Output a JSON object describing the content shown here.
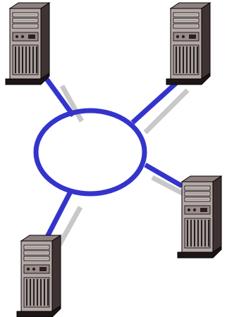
{
  "diagram": {
    "type": "ring-network",
    "colors": {
      "ring": "#3434cc",
      "link": "#3434cc",
      "link_shadow": "#c8c8c8",
      "tower_front": "#b0a4a2",
      "tower_side": "#4a3c3a",
      "tower_dark": "#2a2020",
      "tower_outline": "#000000"
    },
    "nodes": [
      {
        "id": "server-top-left",
        "icon": "server-tower-icon"
      },
      {
        "id": "server-top-right",
        "icon": "server-tower-icon"
      },
      {
        "id": "server-right",
        "icon": "server-tower-icon"
      },
      {
        "id": "server-bottom-left",
        "icon": "server-tower-icon"
      }
    ],
    "ring": {
      "id": "network-ring",
      "shape": "ellipse"
    },
    "links": [
      {
        "from": "server-top-left",
        "to": "network-ring"
      },
      {
        "from": "server-top-right",
        "to": "network-ring"
      },
      {
        "from": "server-right",
        "to": "network-ring"
      },
      {
        "from": "server-bottom-left",
        "to": "network-ring"
      }
    ]
  }
}
